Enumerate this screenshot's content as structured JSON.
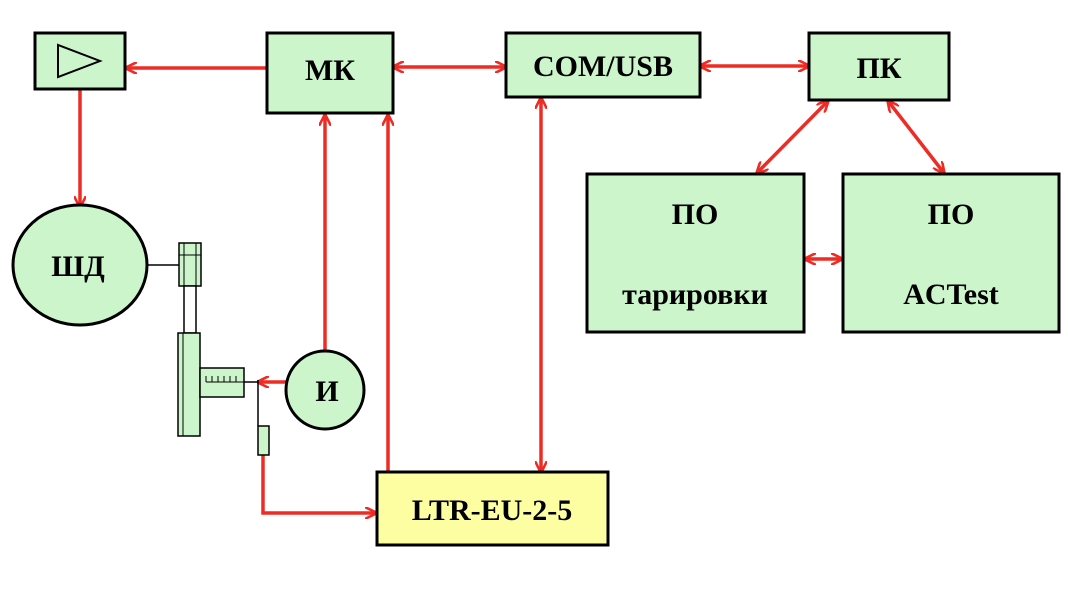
{
  "colors": {
    "block_fill": "#ccf5cc",
    "block_stroke": "#000000",
    "ltr_fill": "#fdfda2",
    "arrow": "#ee2b24",
    "line": "#000000"
  },
  "blocks": {
    "mk": "МК",
    "com_usb": "COM/USB",
    "pk": "ПК",
    "po_tarirovki_1": "ПО",
    "po_tarirovki_2": "тарировки",
    "po_actest_1": "ПО",
    "po_actest_2": "ACTest",
    "ltr": "LTR-EU-2-5"
  },
  "circles": {
    "shd": "ШД",
    "i": "И"
  },
  "icons": {
    "amplifier": "amplifier-triangle-icon"
  }
}
